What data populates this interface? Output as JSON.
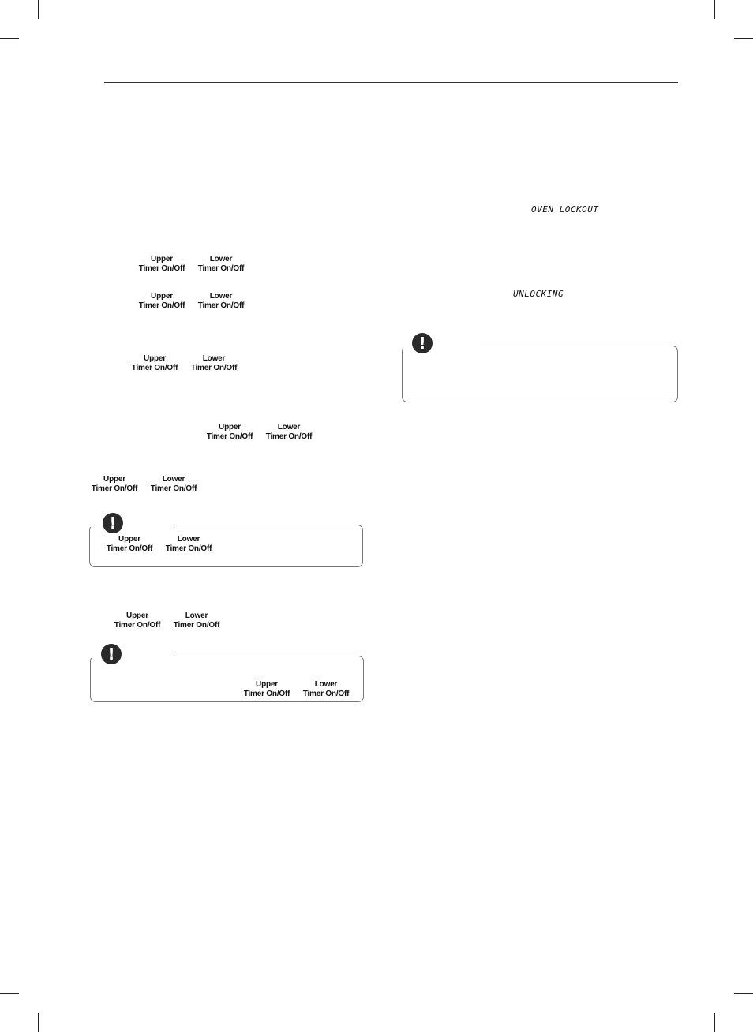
{
  "buttons": {
    "upper_line1": "Upper",
    "lower_line1": "Lower",
    "timer_line2": "Timer On/Off"
  },
  "display": {
    "oven_lockout": "OVEN LOCKOUT",
    "unlocking": "UNLOCKING"
  },
  "note_icon": {
    "glyph": "!",
    "name": "exclamation-icon"
  },
  "colors": {
    "rule": "#333333",
    "note_border": "#777777",
    "icon_fill": "#2a2a2a"
  }
}
